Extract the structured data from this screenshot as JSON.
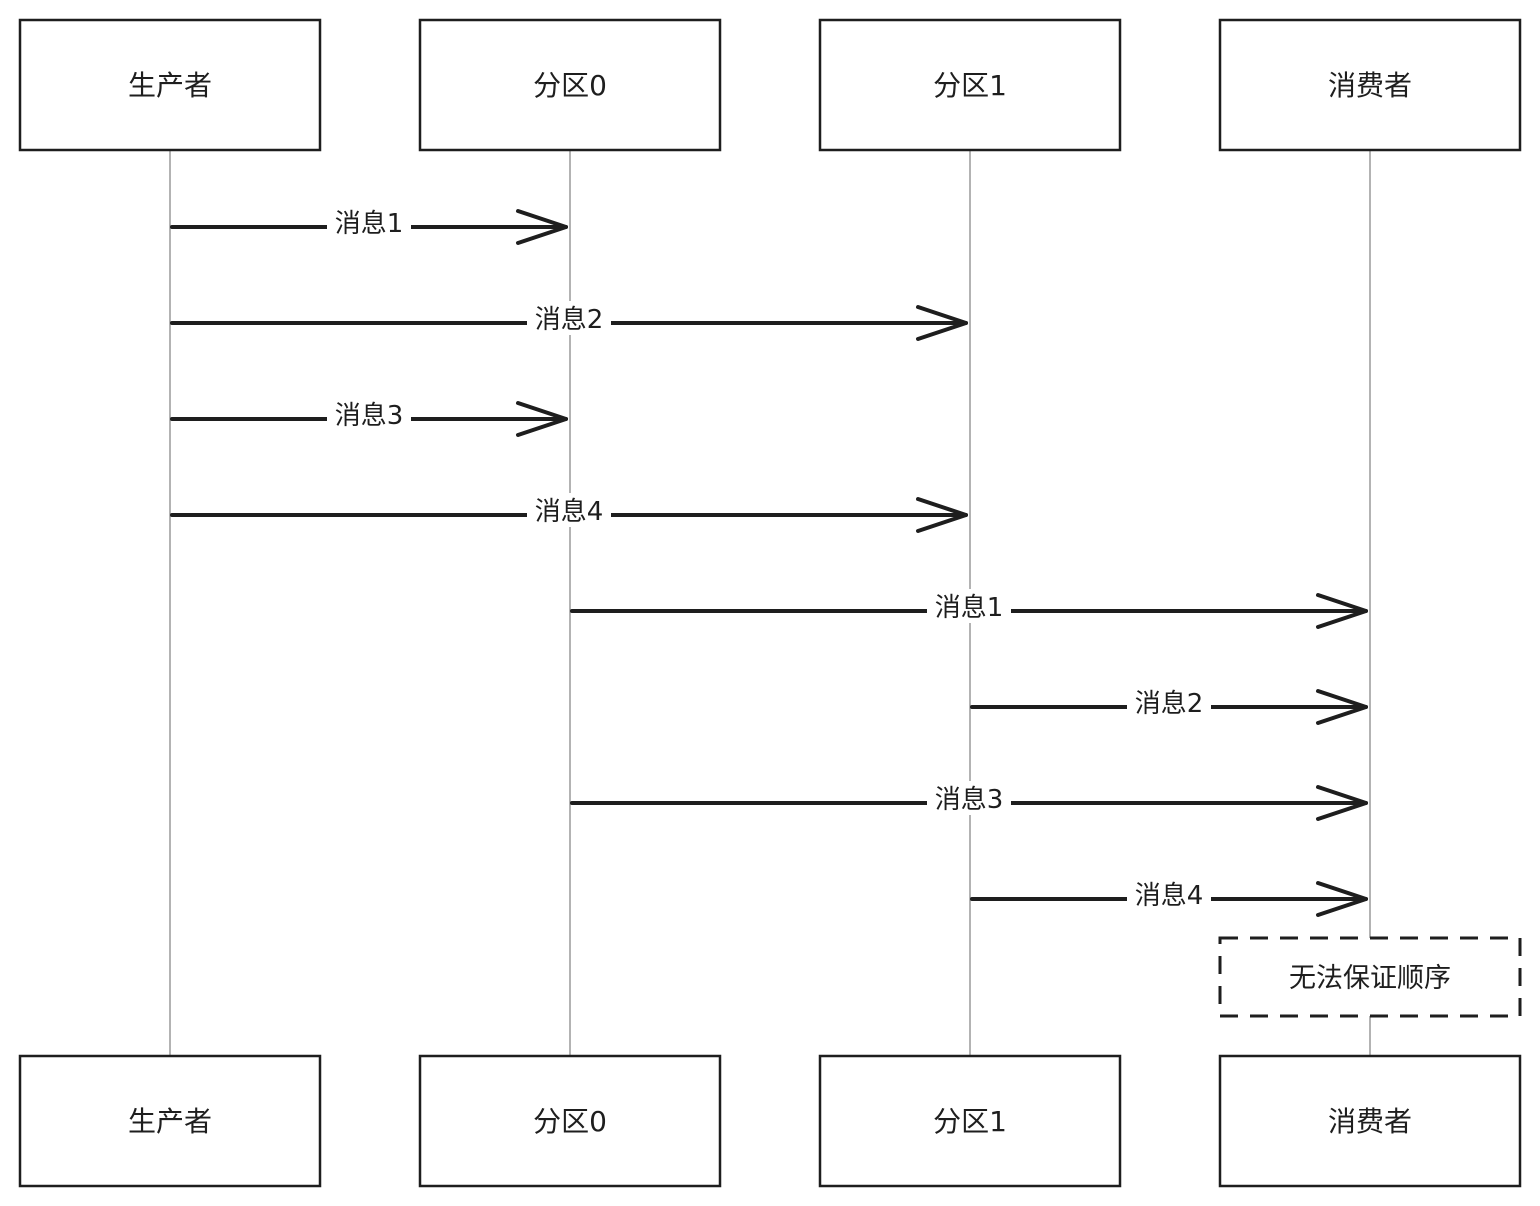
{
  "participants": [
    {
      "id": "producer",
      "label": "生产者"
    },
    {
      "id": "partition0",
      "label": "分区0"
    },
    {
      "id": "partition1",
      "label": "分区1"
    },
    {
      "id": "consumer",
      "label": "消费者"
    }
  ],
  "messages": [
    {
      "from": "producer",
      "to": "partition0",
      "label": "消息1"
    },
    {
      "from": "producer",
      "to": "partition1",
      "label": "消息2"
    },
    {
      "from": "producer",
      "to": "partition0",
      "label": "消息3"
    },
    {
      "from": "producer",
      "to": "partition1",
      "label": "消息4"
    },
    {
      "from": "partition0",
      "to": "consumer",
      "label": "消息1"
    },
    {
      "from": "partition1",
      "to": "consumer",
      "label": "消息2"
    },
    {
      "from": "partition0",
      "to": "consumer",
      "label": "消息3"
    },
    {
      "from": "partition1",
      "to": "consumer",
      "label": "消息4"
    }
  ],
  "note": {
    "over": "consumer",
    "label": "无法保证顺序"
  }
}
